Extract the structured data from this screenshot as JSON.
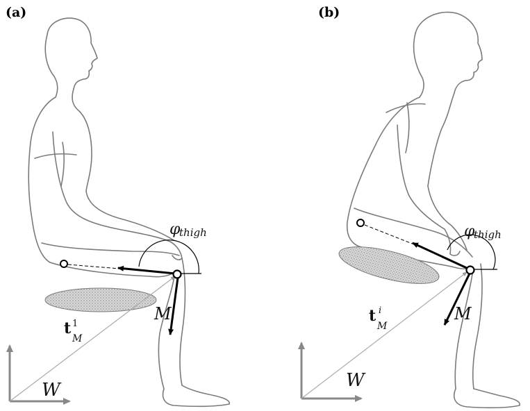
{
  "panels": [
    {
      "label": "(a)",
      "angle_symbol": "φ",
      "angle_subscript": "thigh",
      "joint_label": "M",
      "vector_symbol": "t",
      "vector_subscript": "M",
      "vector_superscript": "1",
      "frame_label": "W"
    },
    {
      "label": "(b)",
      "angle_symbol": "φ",
      "angle_subscript": "thigh",
      "joint_label": "M",
      "vector_symbol": "t",
      "vector_subscript": "M",
      "vector_superscript": "i",
      "frame_label": "W"
    }
  ],
  "colors": {
    "sketch": "#7a7a7a",
    "arrow": "#000000",
    "axis": "#888888",
    "cushion": "#b5b5b5"
  }
}
